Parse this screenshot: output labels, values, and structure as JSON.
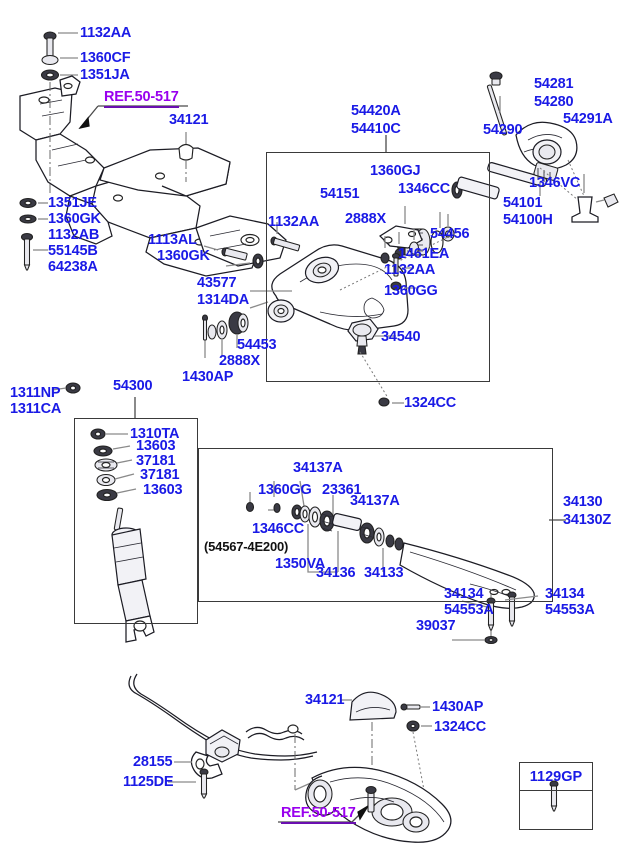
{
  "diagram": {
    "title": "Front Suspension Parts Diagram",
    "colors": {
      "label": "#1a1ae6",
      "reference": "#9900ee",
      "line": "#8a8a8a",
      "outline": "#1c1c24"
    }
  },
  "top_left": {
    "ref_label": "REF.50-517",
    "labels": {
      "bolt_top": "1132AA",
      "washer_top": "1360CF",
      "nut_top": "1351JA",
      "stopper": "34121",
      "nut_bottom": "1351JE",
      "washer_bottom": "1360GK",
      "bolt_a": "1132AB",
      "bolt_b": "55145B",
      "bolt_c": "64238A"
    }
  },
  "upper_arm_panel": {
    "callout_top": [
      "54420A",
      "54410C"
    ],
    "labels": {
      "bolt_left": "1113AL",
      "washer_left": "1360GK",
      "bolt_mid": "1132AA",
      "bushing": "54151",
      "seal_a": "2888X",
      "washer_gj": "1360GJ",
      "nut_cc": "1346CC",
      "bracket": "1461EA",
      "cap": "54456",
      "bolt_aa2": "1132AA",
      "nut_gg": "1360GG",
      "arm": "43577",
      "stopper_da": "1314DA",
      "bushing_b": "54453",
      "seal_b": "2888X",
      "pin": "1430AP",
      "ball_joint": "34540",
      "nut_1324": "1324CC"
    }
  },
  "torsion_bar": {
    "labels": {
      "adjuster_bolt": "54290",
      "anchor_a": "54281",
      "anchor_b": "54280",
      "seal": "54291A",
      "bar_a": "54101",
      "bar_b": "54100H",
      "bush": "1346VC"
    }
  },
  "shock_panel": {
    "callout": "54300",
    "labels": {
      "nut_np": "1311NP",
      "nut_ca": "1311CA",
      "nut_ta": "1310TA",
      "washer_1": "13603",
      "bush_1": "37181",
      "bush_2": "37181",
      "washer_2": "13603"
    }
  },
  "lower_arm_panel": {
    "callout": [
      "34130",
      "34130Z"
    ],
    "labels": {
      "nut_gg": "1360GG",
      "washer_a": "34137A",
      "bush": "23361",
      "washer_b": "34137A",
      "nut_cc": "1346CC",
      "note": "(54567-4E200)",
      "seal_va": "1350VA",
      "bush_36": "34136",
      "bush_33": "34133",
      "bolt_l": "34134",
      "bolt_l2": "54553A",
      "bolt_r": "34134",
      "bolt_r2": "54553A",
      "nut_39037": "39037"
    }
  },
  "bottom": {
    "ref_label": "REF.50-517",
    "labels": {
      "bracket": "28155",
      "bolt": "1125DE",
      "stopper": "34121",
      "pin": "1430AP",
      "nut": "1324CC"
    }
  },
  "legend": {
    "title": "1129GP"
  }
}
